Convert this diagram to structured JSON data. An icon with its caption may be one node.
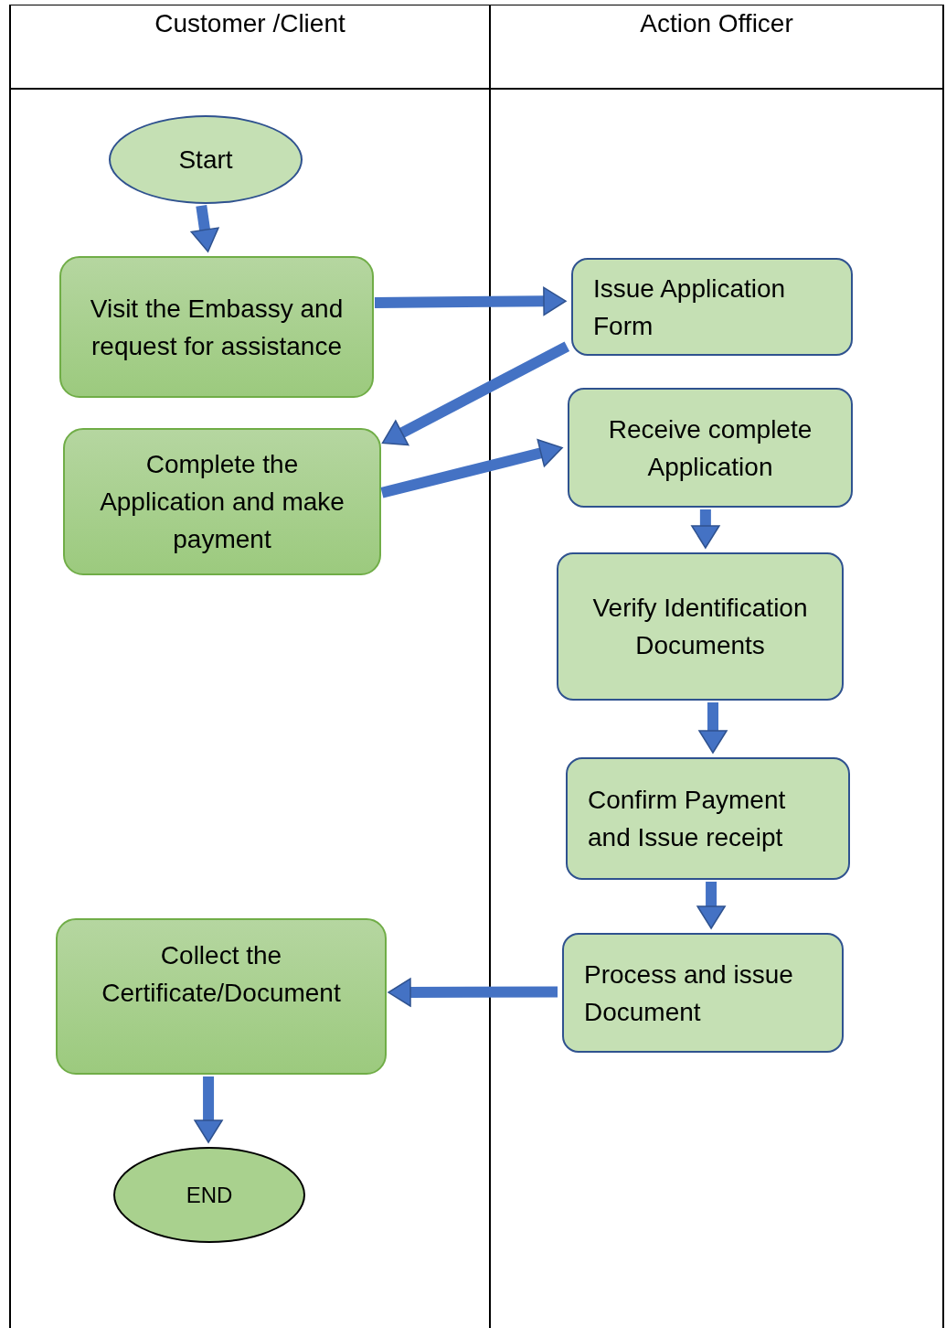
{
  "diagram": {
    "nodes": [
      {
        "text": [
          "Customer /Client"
        ]
      },
      {
        "text": [
          "Action Officer"
        ]
      },
      {
        "text": [
          "Start"
        ],
        "in": 0
      },
      {
        "text": [
          "Visit the Embassy and request for assistance"
        ],
        "in": 0
      },
      {
        "text": [
          "Issue Application Form"
        ],
        "in": 1
      },
      {
        "text": [
          "Receive complete Application"
        ],
        "in": 1
      },
      {
        "text": [
          "Complete the Application and make payment"
        ],
        "in": 0
      },
      {
        "text": [
          "Verify Identification Documents"
        ],
        "in": 1
      },
      {
        "text": [
          "Confirm Payment and Issue receipt"
        ],
        "in": 1
      },
      {
        "text": [
          "Collect the Certificate/Document"
        ],
        "in": 0
      },
      {
        "text": [
          "Process and issue Document"
        ],
        "in": 1
      },
      {
        "text": [
          "END"
        ],
        "in": 0
      }
    ],
    "edges": [
      {
        "from": 2,
        "to": 3,
        "arrow": "to"
      },
      {
        "from": 3,
        "to": 4,
        "arrow": "to"
      },
      {
        "from": 4,
        "to": 6,
        "arrow": "to"
      },
      {
        "from": 6,
        "to": 5,
        "arrow": "to"
      },
      {
        "from": 5,
        "to": 7,
        "arrow": "to"
      },
      {
        "from": 7,
        "to": 8,
        "arrow": "to"
      },
      {
        "from": 8,
        "to": 10,
        "arrow": "to"
      },
      {
        "from": 10,
        "to": 9,
        "arrow": "to"
      },
      {
        "from": 9,
        "to": 11,
        "arrow": "to"
      }
    ]
  }
}
